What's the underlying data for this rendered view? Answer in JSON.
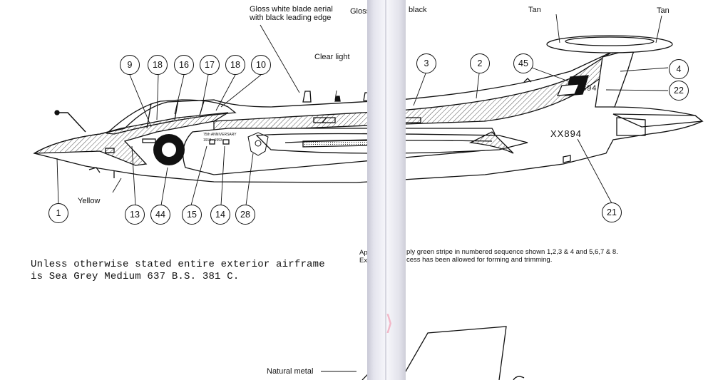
{
  "labels": {
    "aerial": "Gloss white blade aerial\nwith black leading edge",
    "gloss": "Gloss",
    "black": "black",
    "clear_light": "Clear light",
    "tan_left": "Tan",
    "tan_right": "Tan",
    "yellow": "Yellow",
    "natural_metal": "Natural metal"
  },
  "serial": "XX894",
  "tail_code": "894",
  "callouts": [
    "1",
    "9",
    "18",
    "16",
    "17",
    "18",
    "10",
    "3",
    "2",
    "45",
    "4",
    "22",
    "13",
    "44",
    "15",
    "14",
    "28",
    "21"
  ],
  "notes": {
    "main_line1": "Unless otherwise stated entire exterior airframe",
    "main_line2": "is Sea Grey Medium 637  B.S. 381 C.",
    "right_line1_a": "Ap",
    "right_line1_b": "ply green stripe in numbered sequence shown 1,2,3 & 4  and  5,6,7 & 8.",
    "right_line2_a": "Ex",
    "right_line2_b": "cess has been allowed for forming and trimming."
  },
  "colors": {
    "line": "#111111",
    "paper": "#ffffff",
    "gutter": "#e6e6ee",
    "pink": "#f2b7c8"
  },
  "icons": [
    "roundel-icon",
    "squadron-badge-icon"
  ]
}
